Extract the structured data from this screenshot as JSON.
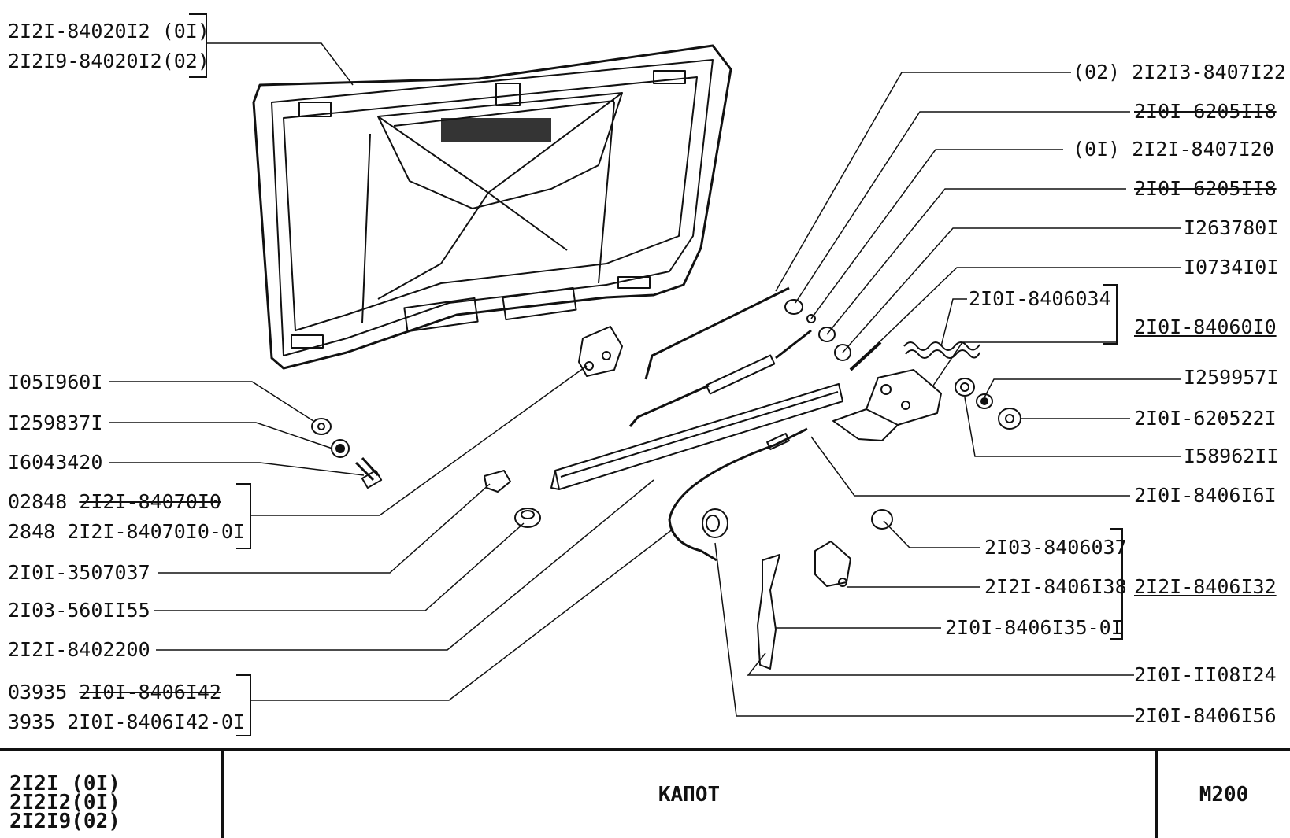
{
  "labels": {
    "hood_01": "2I2I-84020I2 (0I)",
    "hood_02": "2I2I9-84020I2(02)",
    "strut_02": "(02) 2I2I3-8407I22",
    "washer_a": "2I0I-6205II8",
    "strut_01": "(0I)  2I2I-8407I20",
    "washer_b": "2I0I-6205II8",
    "pin": "I263780I",
    "clip": "I0734I0I",
    "spring": "2I0I-8406034",
    "lock_assy": "2I0I-84060I0",
    "nut": "I259957I",
    "washer_c": "2I0I-620522I",
    "bolt_r": "I58962II",
    "cable_end": "2I0I-8406I6I",
    "knob_base": "2I03-8406037",
    "bracket": "2I2I-8406I38",
    "handle_assy": "2I2I-8406I32",
    "lever": "2I0I-8406I35-0I",
    "cable_clip": "2I0I-II08I24",
    "cable": "2I0I-8406I56",
    "nut_l": "I05I960I",
    "washer_l": "I259837I",
    "bolt_l": "I6043420",
    "hinge_old_code": "02848",
    "hinge_old": "2I2I-84070I0",
    "hinge_new": "2848 2I2I-84070I0-0I",
    "bumper": "2I0I-3507037",
    "buffer": "2I03-560II55",
    "seal": "2I2I-8402200",
    "rod_old_code": "03935",
    "rod_old": "2I0I-8406I42",
    "rod_new": "3935 2I0I-8406I42-0I"
  },
  "title_block": {
    "models": [
      "2I2I (0I)",
      "2I2I2(0I)",
      "2I2I9(02)"
    ],
    "title": "КАПОТ",
    "code": "М200"
  },
  "colors": {
    "ink": "#111111",
    "paper": "#ffffff"
  }
}
